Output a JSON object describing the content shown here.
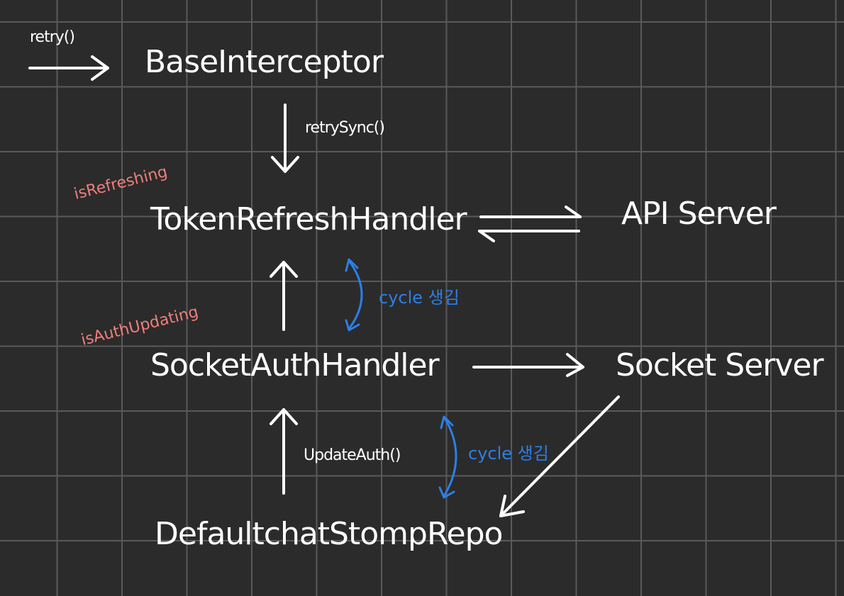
{
  "nodes": {
    "base_interceptor": "BaseInterceptor",
    "token_refresh_handler": "TokenRefreshHandler",
    "socket_auth_handler": "SocketAuthHandler",
    "default_chat_stomp_repo": "DefaultchatStompRepo",
    "api_server": "API Server",
    "socket_server": "Socket Server"
  },
  "edge_labels": {
    "retry": "retry()",
    "retry_sync": "retrySync()",
    "update_auth": "UpdateAuth()"
  },
  "flags": {
    "is_refreshing": "isRefreshing",
    "is_auth_updating": "isAuthUpdating"
  },
  "cycle_notes": {
    "upper": "cycle 생김",
    "lower": "cycle 생김"
  },
  "colors": {
    "background": "#2b2b2b",
    "grid": "#5a5a5a",
    "text": "#ffffff",
    "flag": "#ef7f7c",
    "cycle": "#2d7fe6"
  }
}
